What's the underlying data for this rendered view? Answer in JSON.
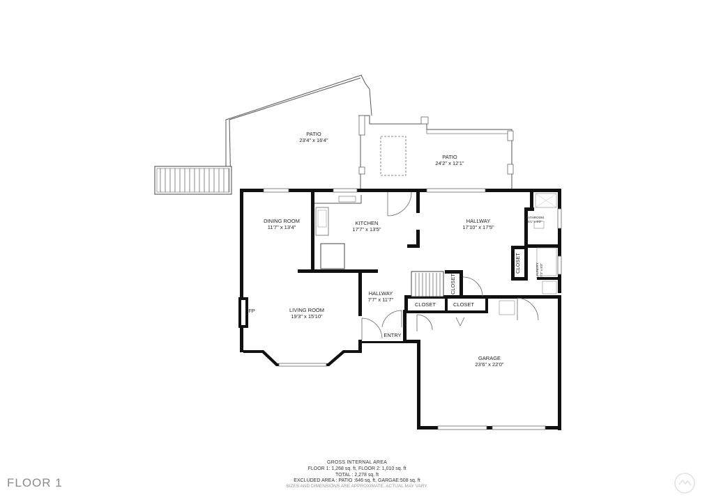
{
  "floor_label": "FLOOR 1",
  "rooms": {
    "patio_left": {
      "name": "PATIO",
      "dims": "23'4\" x 16'4\""
    },
    "patio_right": {
      "name": "PATIO",
      "dims": "24'2\" x 12'1\""
    },
    "dining_room": {
      "name": "DINING ROOM",
      "dims": "11'7\" x 13'4\""
    },
    "kitchen": {
      "name": "KITCHEN",
      "dims": "17'7\" x 13'5\""
    },
    "hallway_main": {
      "name": "HALLWAY",
      "dims": "17'10\" x 17'5\""
    },
    "bathroom": {
      "name": "BATHROOM",
      "dims": "5'1\" x 9'3\""
    },
    "laundry": {
      "name": "LAUNDRY",
      "dims": "7'3\" x 8'3\""
    },
    "closet_hall": {
      "name": "CLOSET"
    },
    "closet_stair": {
      "name": "CLOSET"
    },
    "closet_a": {
      "name": "CLOSET"
    },
    "closet_b": {
      "name": "CLOSET"
    },
    "living_room": {
      "name": "LIVING ROOM",
      "dims": "19'3\" x 15'10\""
    },
    "hallway_entry": {
      "name": "HALLWAY",
      "dims": "7'7\" x 11'7\""
    },
    "entry": {
      "name": "ENTRY"
    },
    "fireplace": {
      "name": "FP"
    },
    "garage": {
      "name": "GARAGE",
      "dims": "23'6\" x 22'0\""
    }
  },
  "area": {
    "title": "GROSS INTERNAL AREA",
    "line1": "FLOOR 1: 1,268 sq. ft, FLOOR 2: 1,010 sq. ft",
    "line2": "TOTAL : 2,278 sq. ft",
    "line3": "EXCLUDED AREA : PATIO :646 sq. ft, GARGAE:508 sq. ft",
    "disclaimer": "SIZES AND DIMENSIONS ARE APPROXIMATE, ACTUAL MAY VARY."
  },
  "colors": {
    "wall": "#111111",
    "line": "#666666",
    "floor_label": "#8a8a8a"
  },
  "icons": {
    "watermark": "brand-watermark-icon"
  }
}
